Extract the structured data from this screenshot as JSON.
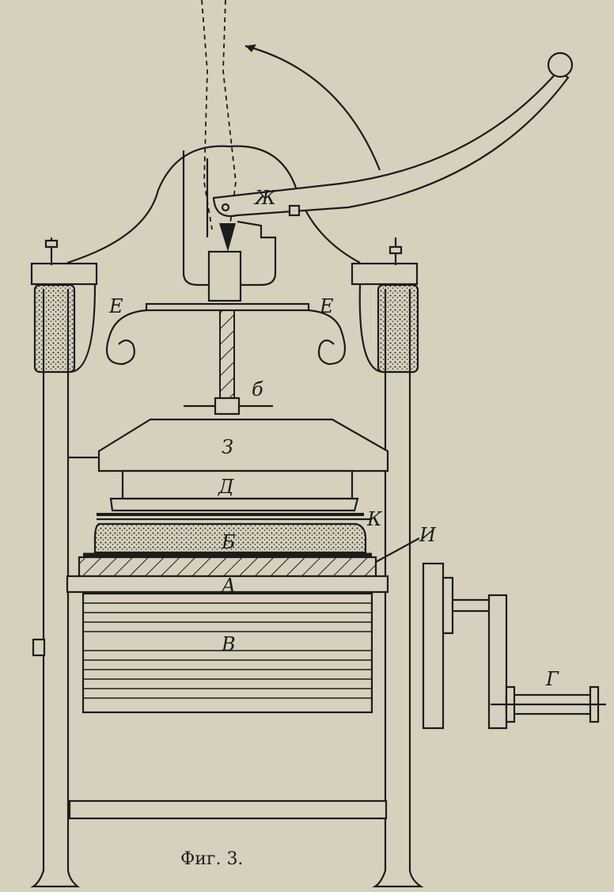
{
  "figure": {
    "caption": "Фиг. 3.",
    "labels": {
      "lever": "Ж",
      "scroll_left": "Е",
      "scroll_right": "Е",
      "screw_handle": "б",
      "top_block": "З",
      "press_plate": "Д",
      "layer_k": "К",
      "felt": "Б",
      "layer_i": "И",
      "table": "А",
      "roller": "В",
      "crank_handle": "Г"
    }
  },
  "colors": {
    "paper": "#d6d1bd",
    "ink": "#1c1c1c"
  }
}
